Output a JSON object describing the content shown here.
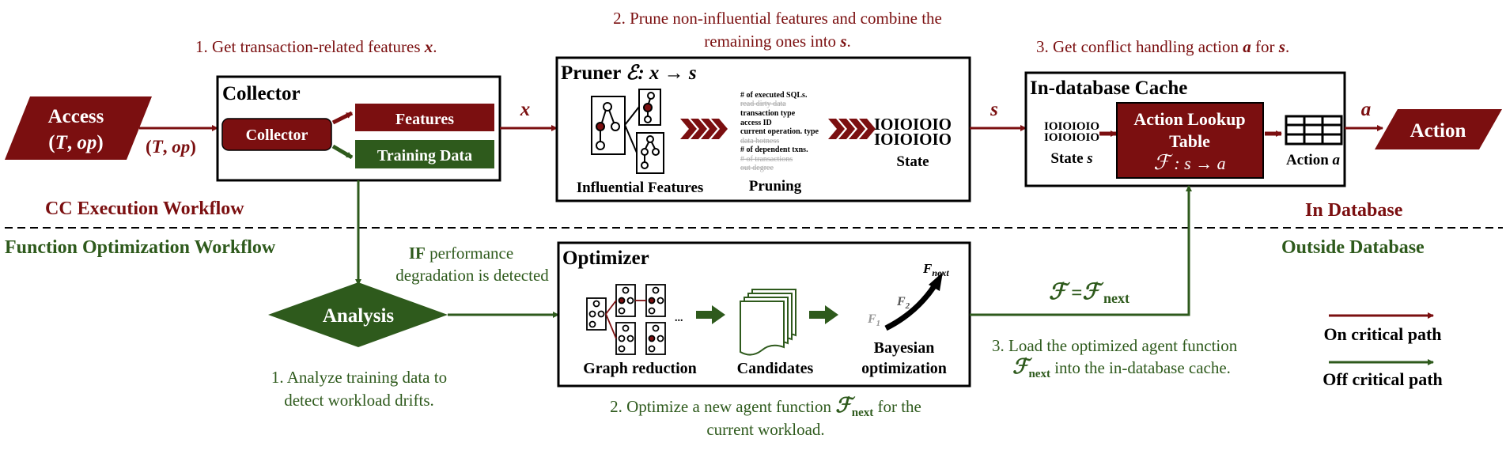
{
  "top_steps": {
    "step1_prefix": "1. Get transaction-related features ",
    "step1_var": "x",
    "step1_suffix": ".",
    "step2_line1": "2. Prune non-influential features and combine the",
    "step2_line2_prefix": "remaining ones into ",
    "step2_line2_var": "s",
    "step2_line2_suffix": ".",
    "step3_prefix": "3. Get conflict handling action ",
    "step3_var_a": "a",
    "step3_mid": " for ",
    "step3_var_s": "s",
    "step3_suffix": "."
  },
  "access": {
    "line1": "Access",
    "open": "(",
    "T": "T",
    "comma": ", ",
    "op": "op",
    "close": ")"
  },
  "edge_access_label": {
    "open": "(",
    "T": "T",
    "comma": ", ",
    "op": "op",
    "close": ")"
  },
  "collector": {
    "title": "Collector",
    "inner_button": "Collector",
    "features": "Features",
    "training_data": "Training Data"
  },
  "edge_x": "x",
  "pruner": {
    "title_prefix": "Pruner ",
    "title_func": "ℰ",
    "title_rest": ": x → s",
    "features_list": [
      "# of executed SQLs.",
      "read dirty data",
      "transaction type",
      "access ID",
      "current operation. type",
      "data hotness",
      "# of dependent txns.",
      "# of transactions",
      "out degree"
    ],
    "influential_label": "Influential Features",
    "pruning_label": "Pruning",
    "state_bits1": "IOIOIOIO",
    "state_bits2": "IOIOIOIO",
    "state_label": "State"
  },
  "edge_s": "s",
  "cache": {
    "title": "In-database Cache",
    "state_bits1": "IOIOIOIO",
    "state_bits2": "IOIOIOIO",
    "state_label_prefix": "State ",
    "state_label_var": "s",
    "lookup_line1": "Action Lookup",
    "lookup_line2": "Table",
    "lookup_func": "ℱ",
    "lookup_rest": " : s → a",
    "action_label_prefix": "Action ",
    "action_label_var": "a"
  },
  "edge_a": "a",
  "action": "Action",
  "sections": {
    "cc_execution": "CC Execution Workflow",
    "in_database": "In Database",
    "function_optimization": "Function Optimization Workflow",
    "outside_database": "Outside Database"
  },
  "if_label": {
    "bold": "IF",
    "rest": " performance",
    "line2": "degradation is detected"
  },
  "analysis": "Analysis",
  "analysis_step_line1": "1. Analyze training data to",
  "analysis_step_line2": "detect workload drifts.",
  "optimizer": {
    "title": "Optimizer",
    "ellipsis": "...",
    "graph_reduction": "Graph reduction",
    "candidates": "Candidates",
    "f1": "F",
    "f1_sub": "1",
    "f2": "F",
    "f2_sub": "2",
    "fnext": "F",
    "fnext_sub": "next",
    "bayesian_line1": "Bayesian",
    "bayesian_line2": "optimization"
  },
  "optimizer_step": {
    "prefix": "2. Optimize a new agent function ",
    "func": "ℱ",
    "sub": "next",
    "suffix": "  for the",
    "line2": "current workload."
  },
  "f_update": {
    "func1": "ℱ",
    "eq": " =",
    "func2": "ℱ",
    "sub": " next"
  },
  "load_step": {
    "line1": "3. Load the optimized agent function",
    "func": "ℱ",
    "sub": "next",
    "line2_rest": " into the in-database cache."
  },
  "legend": {
    "on": "On critical path",
    "off": "Off critical path"
  },
  "colors": {
    "red": "#7b0f10",
    "green": "#2e5a1c",
    "black": "#000000"
  }
}
